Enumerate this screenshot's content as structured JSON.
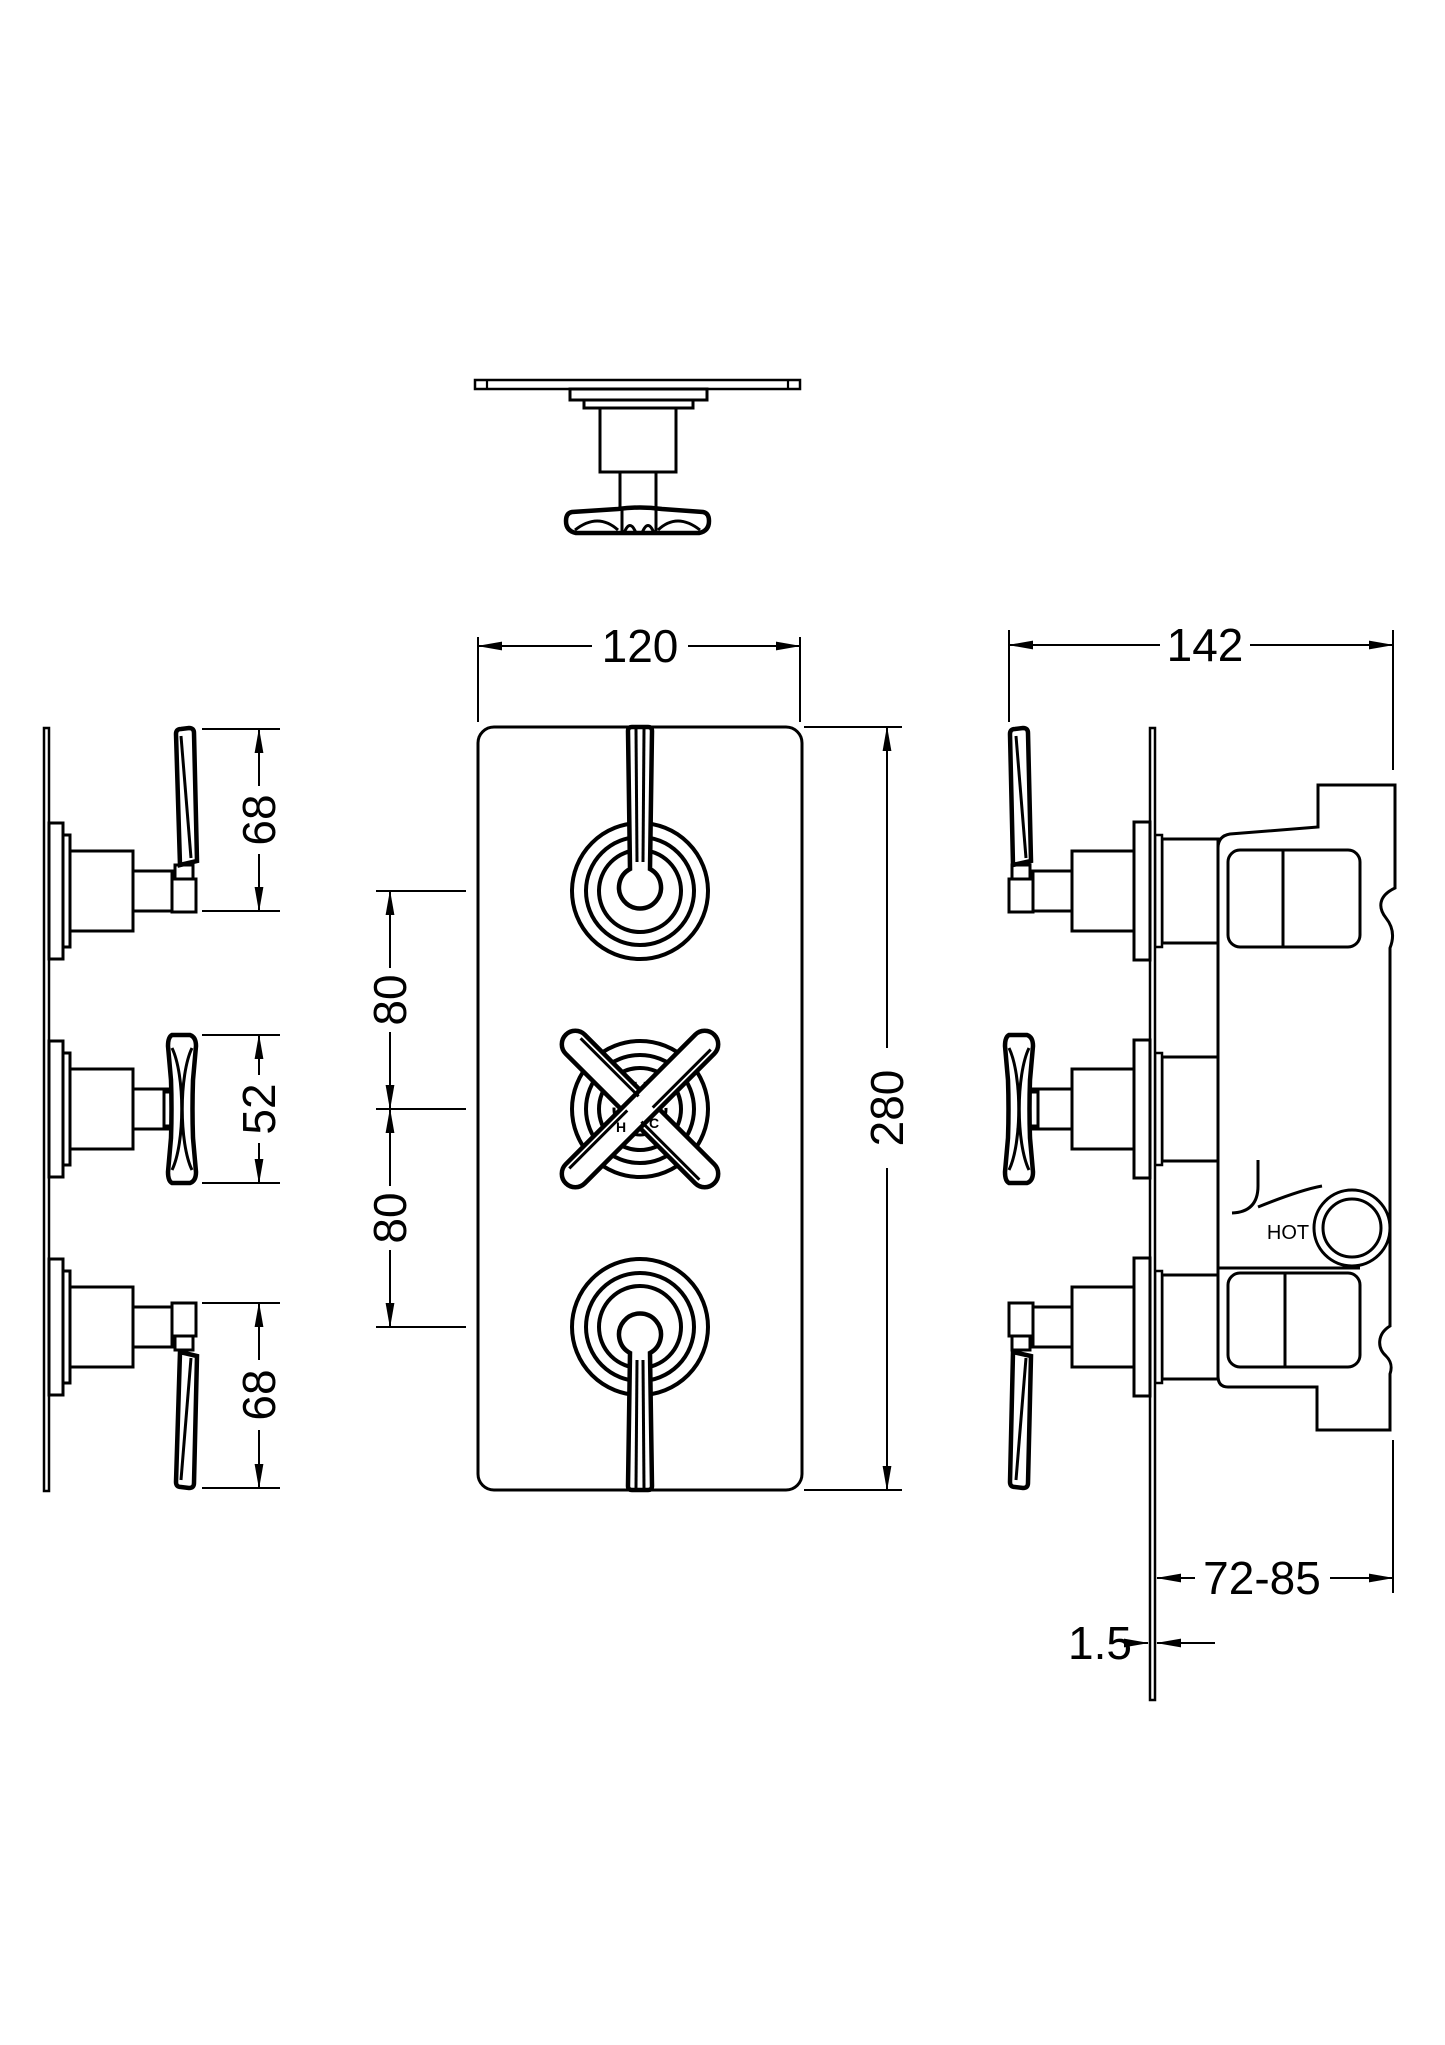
{
  "drawing": {
    "background": "#ffffff",
    "line_color": "#000000",
    "labels": {
      "hot": "HOT",
      "hot_indicator": "H",
      "cold_indicator": "C"
    },
    "dimensions": {
      "plate_width": "120",
      "plate_height": "280",
      "overall_depth": "142",
      "upper_handle_spacing": "80",
      "lower_handle_spacing": "80",
      "top_handle_length": "68",
      "middle_handle_length": "52",
      "bottom_handle_length": "68",
      "install_depth_range": "72-85",
      "plate_thickness": "1.5"
    }
  }
}
